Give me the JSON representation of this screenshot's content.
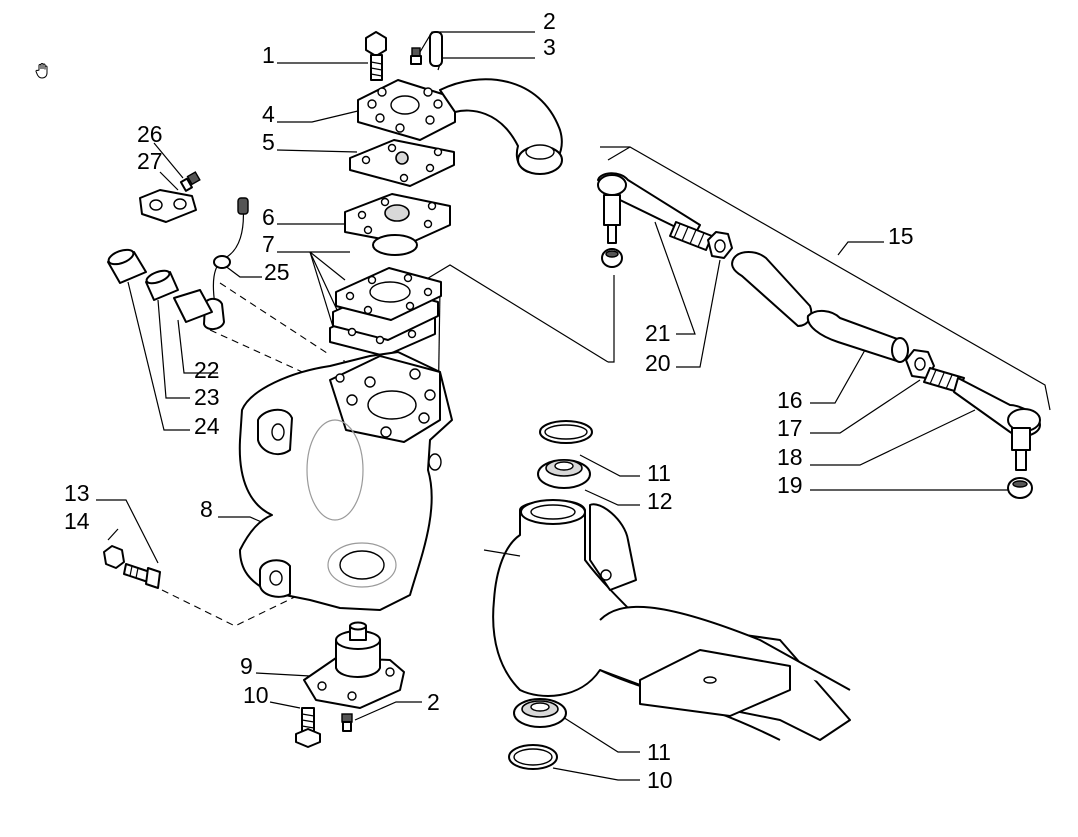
{
  "diagram": {
    "title": "",
    "labels": [
      {
        "id": "L1",
        "text": "1"
      },
      {
        "id": "L2a",
        "text": "2"
      },
      {
        "id": "L3",
        "text": "3"
      },
      {
        "id": "L4",
        "text": "4"
      },
      {
        "id": "L5",
        "text": "5"
      },
      {
        "id": "L6",
        "text": "6"
      },
      {
        "id": "L7",
        "text": "7"
      },
      {
        "id": "L26",
        "text": "26"
      },
      {
        "id": "L27",
        "text": "27"
      },
      {
        "id": "L25",
        "text": "25"
      },
      {
        "id": "L22",
        "text": "22"
      },
      {
        "id": "L23",
        "text": "23"
      },
      {
        "id": "L24",
        "text": "24"
      },
      {
        "id": "L8",
        "text": "8"
      },
      {
        "id": "L13",
        "text": "13"
      },
      {
        "id": "L14",
        "text": "14"
      },
      {
        "id": "L9",
        "text": "9"
      },
      {
        "id": "L10a",
        "text": "10"
      },
      {
        "id": "L2b",
        "text": "2"
      },
      {
        "id": "L15",
        "text": "15"
      },
      {
        "id": "L21",
        "text": "21"
      },
      {
        "id": "L20",
        "text": "20"
      },
      {
        "id": "L16",
        "text": "16"
      },
      {
        "id": "L17",
        "text": "17"
      },
      {
        "id": "L18",
        "text": "18"
      },
      {
        "id": "L19",
        "text": "19"
      },
      {
        "id": "L11a",
        "text": "11"
      },
      {
        "id": "L12",
        "text": "12"
      },
      {
        "id": "L11b",
        "text": "11"
      },
      {
        "id": "L10b",
        "text": "10"
      }
    ]
  },
  "icons": {
    "cursor": "hand-cursor-icon"
  }
}
